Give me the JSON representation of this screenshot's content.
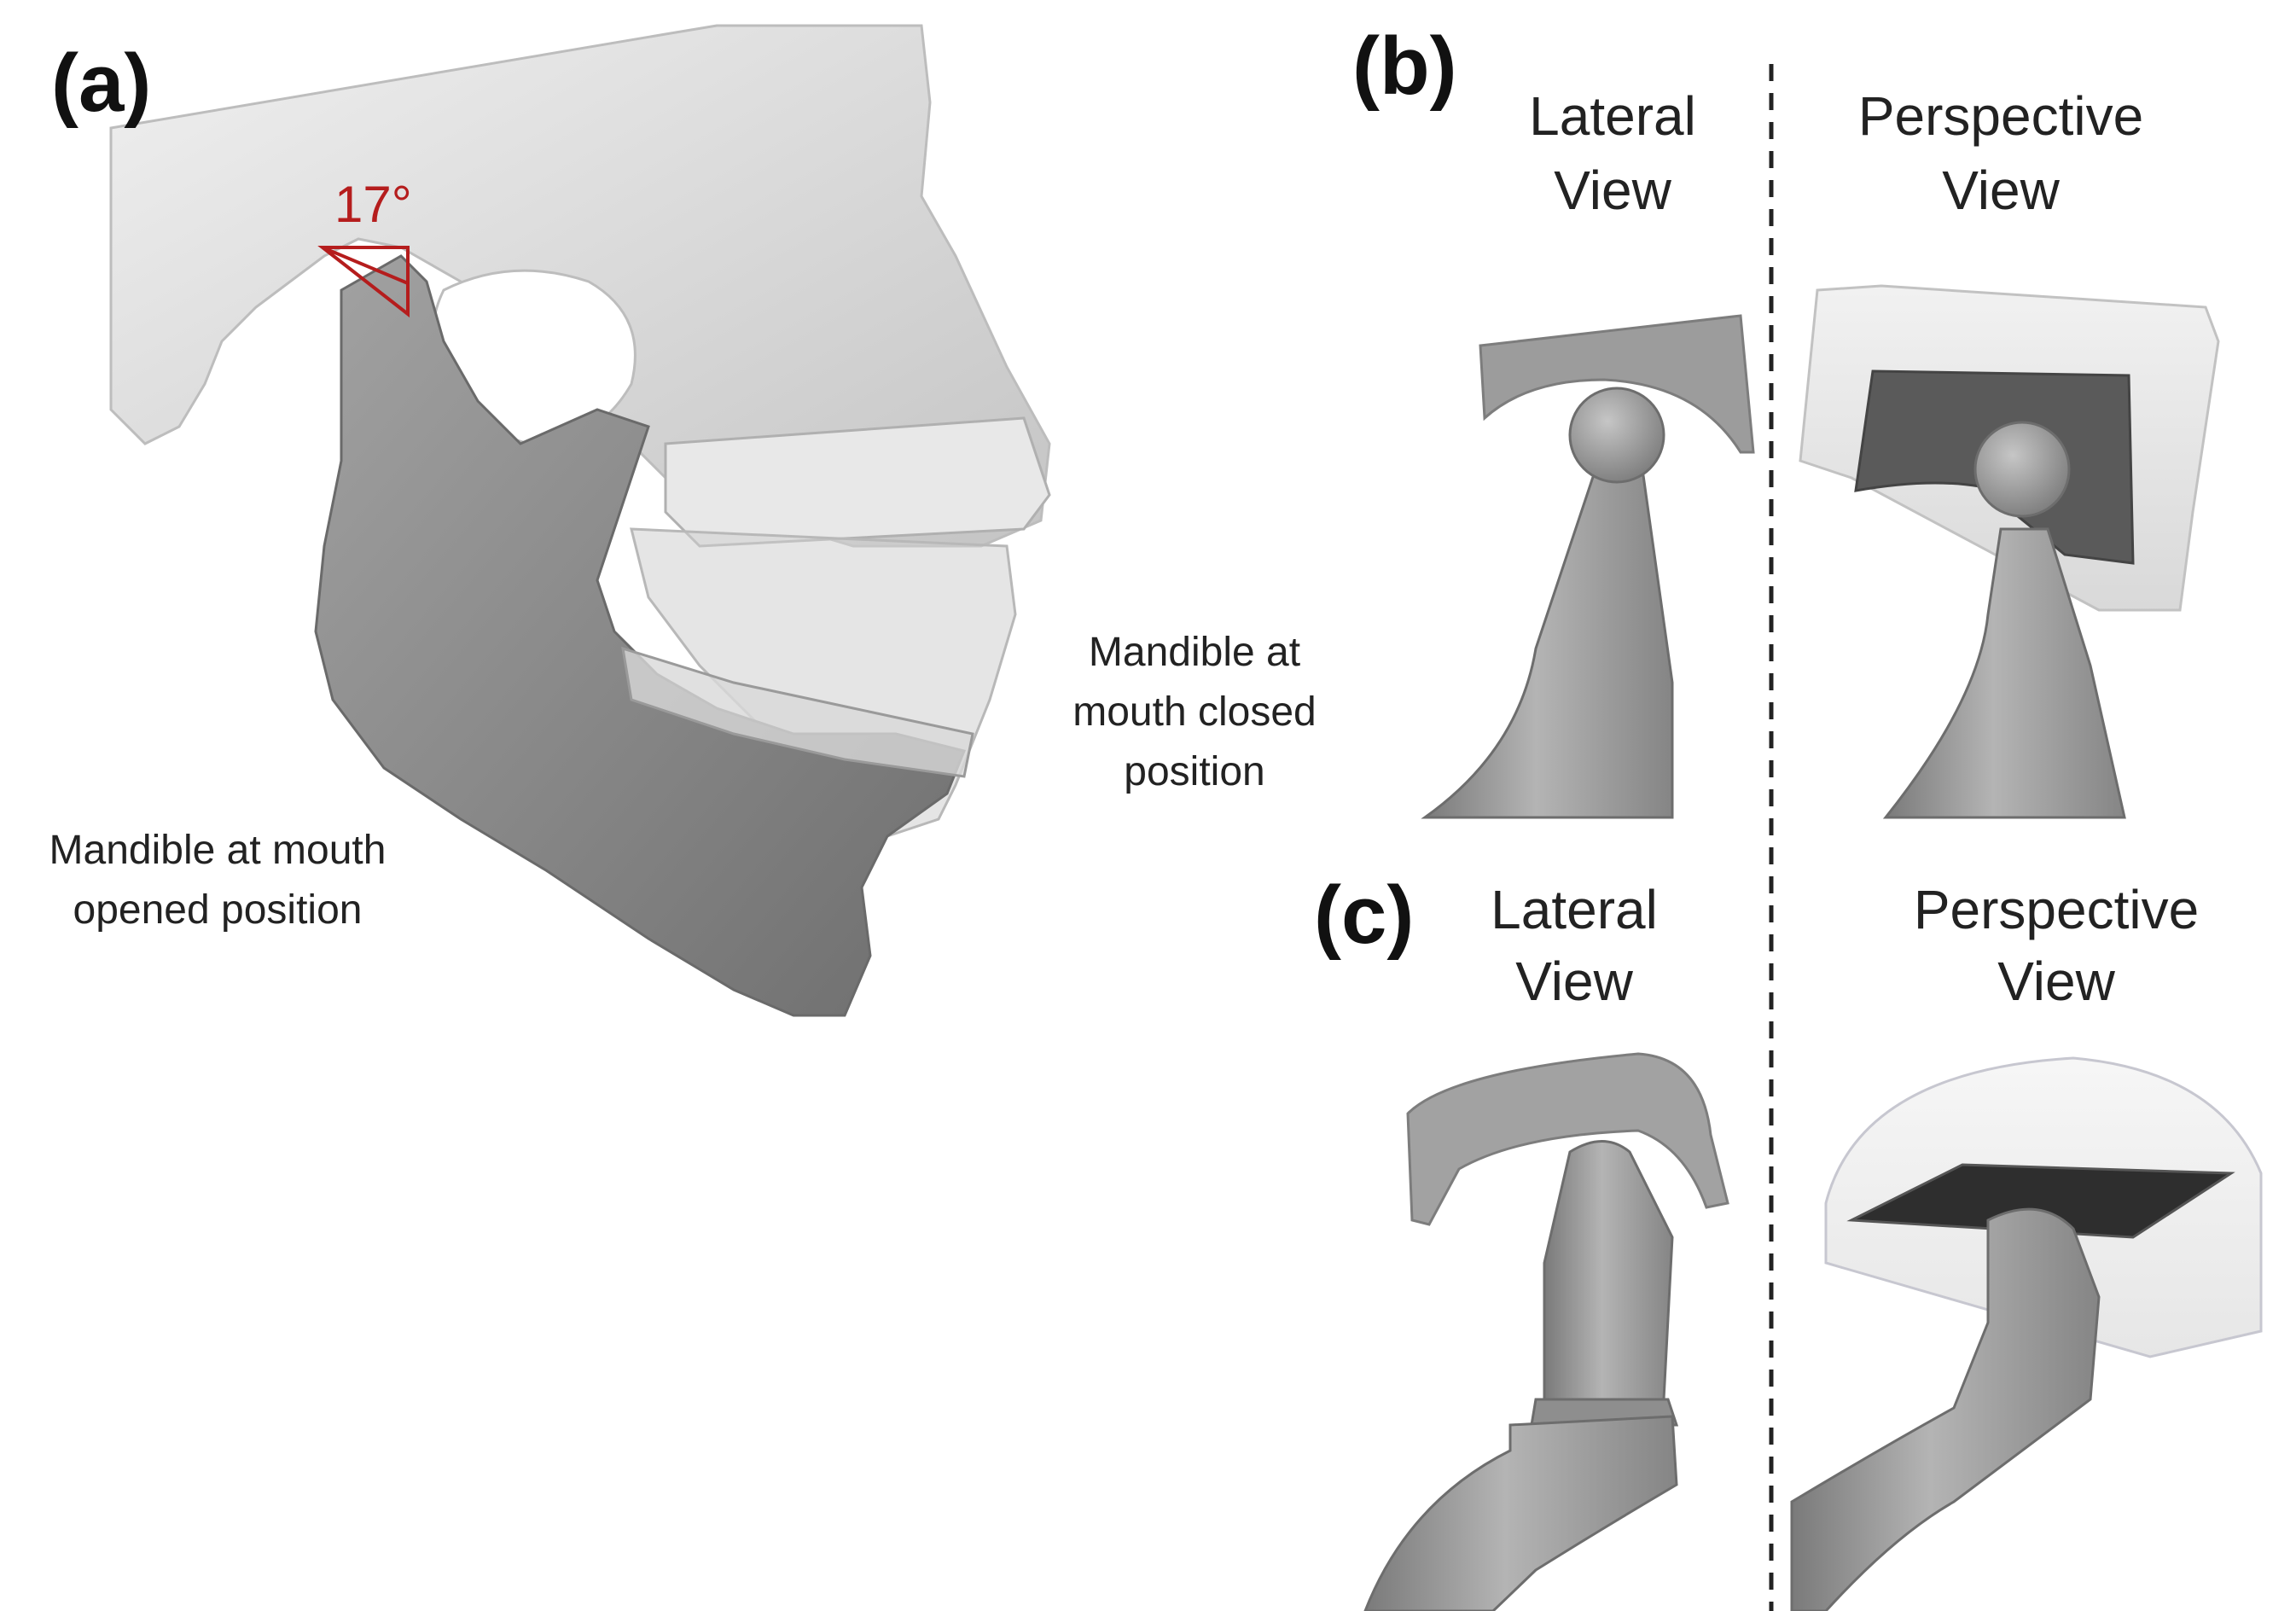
{
  "panels": {
    "a": {
      "label": "(a)",
      "angle": "17°",
      "caption_closed": [
        "Mandible at",
        "mouth closed",
        "position"
      ],
      "caption_opened": [
        "Mandible at mouth",
        "opened position"
      ]
    },
    "b": {
      "label": "(b)",
      "lateral": [
        "Lateral",
        "View"
      ],
      "perspective": [
        "Perspective",
        "View"
      ]
    },
    "c": {
      "label": "(c)",
      "lateral": [
        "Lateral",
        "View"
      ],
      "perspective": [
        "Perspective",
        "View"
      ]
    }
  },
  "colors": {
    "bone": "#d9d9d9",
    "mandible_open": "#8a8a8a",
    "model_grey": "#9a9a9a",
    "dark_surface": "#3a3a3a",
    "angle_red": "#b51d1d",
    "divider": "#222222"
  }
}
